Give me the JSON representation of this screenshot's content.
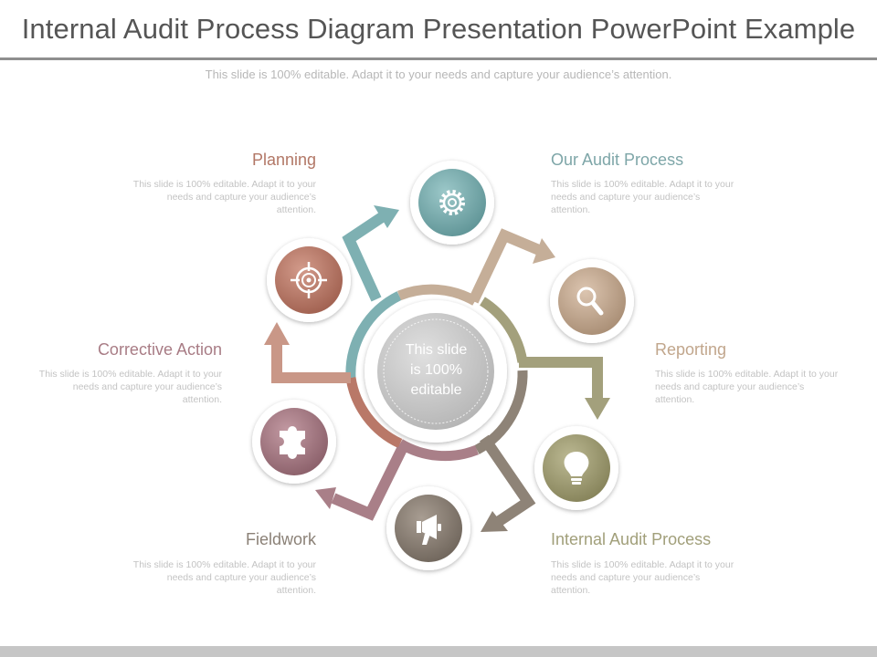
{
  "header": {
    "title": "Internal Audit Process Diagram Presentation PowerPoint Example",
    "subtitle": "This slide is 100% editable. Adapt it to your needs and capture your audience’s attention."
  },
  "center": {
    "lines": [
      "This slide",
      "is 100%",
      "editable"
    ]
  },
  "colors": {
    "teal": "#7eb0b2",
    "tan": "#c5ae98",
    "olive": "#a3a07c",
    "brown": "#8e8377",
    "mauve": "#a97f88",
    "rose": "#c99787",
    "terracotta": "#b97868"
  },
  "steps": [
    {
      "id": "planning",
      "heading": "Planning",
      "heading_color": "#b27766",
      "desc": "This slide is 100% editable. Adapt it to your needs and capture your audience’s attention.",
      "icon": "target-icon"
    },
    {
      "id": "our-audit-process",
      "heading": "Our Audit  Process",
      "heading_color": "#7ea6a8",
      "desc": "This slide is 100% editable. Adapt it to your needs and capture your audience’s attention.",
      "icon": "gear-icon"
    },
    {
      "id": "reporting",
      "heading": "Reporting",
      "heading_color": "#c1a68c",
      "desc": "This slide is 100% editable. Adapt it to your needs and capture your audience’s attention.",
      "icon": "magnifier-icon"
    },
    {
      "id": "internal-audit-process",
      "heading": "Internal Audit Process",
      "heading_color": "#a19f7a",
      "desc": "This slide is 100% editable. Adapt it to your needs and capture your audience’s attention.",
      "icon": "lightbulb-icon"
    },
    {
      "id": "fieldwork",
      "heading": "Fieldwork",
      "heading_color": "#8b8177",
      "desc": "This slide is 100% editable. Adapt it to your needs and capture your audience’s attention.",
      "icon": "megaphone-icon"
    },
    {
      "id": "corrective-action",
      "heading": "Corrective Action",
      "heading_color": "#a87c85",
      "desc": "This slide is 100% editable. Adapt it to your needs and capture your audience’s attention.",
      "icon": "puzzle-icon"
    }
  ]
}
